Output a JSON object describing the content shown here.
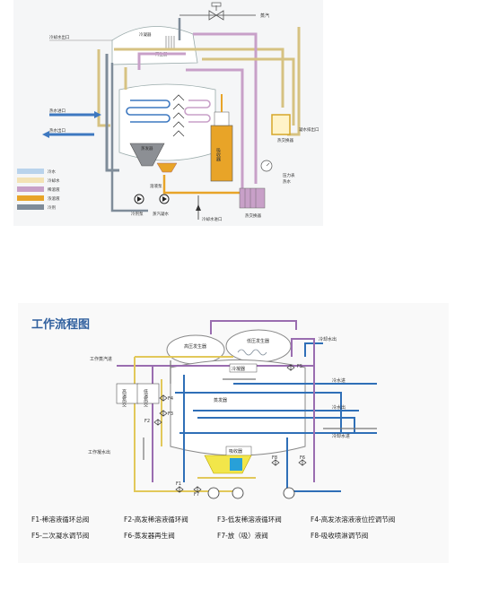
{
  "top_diagram": {
    "labels": {
      "steam_top": "蒸汽",
      "cooling_water_out": "冷却水出口",
      "condenser": "冷凝器",
      "generator": "再生器",
      "hot_water_in": "热水进口",
      "hot_water_out": "热水出口",
      "refrigerant_evap": "蒸发器",
      "absorber": "吸收器",
      "heat_exchanger": "热交换器",
      "refrigerant_pump": "冷剂泵",
      "absorbent_pump": "溶液泵",
      "solution_pump_label": "溶液泵",
      "steam_condensate": "蒸汽凝水",
      "cooling_water_in": "冷却水进口",
      "condensate_drain": "凝水排出",
      "high_temp_hx": "热交换器",
      "right_label_1": "凝水排出口",
      "right_label_2": "热水",
      "gauge_label": "压力表",
      "vertical_label": "溶液泵"
    },
    "legend": [
      {
        "label": "冷水",
        "color": "#b9d3ec"
      },
      {
        "label": "冷却水",
        "color": "#f3e2b5"
      },
      {
        "label": "稀溶液",
        "color": "#c8a0c8"
      },
      {
        "label": "浓溶液",
        "color": "#e8a428"
      },
      {
        "label": "冷剂",
        "color": "#7f8c99"
      }
    ]
  },
  "bottom_diagram": {
    "title": "工作流程图",
    "labels": {
      "high_gen": "高压发生器",
      "low_gen": "低压发生器",
      "cooling_out": "冷却水出",
      "steam_in": "工作蒸汽进",
      "condensate_out": "工作凝水出",
      "hx_high": "高温热交",
      "hx_low": "低温热交",
      "chilled_in": "冷水进",
      "chilled_out": "冷水出",
      "cooling_in": "冷却水进",
      "condenser": "冷凝器",
      "absorber": "吸收器",
      "evaporator": "蒸发器",
      "f1": "F1",
      "f2": "F2",
      "f3": "F3",
      "f4": "F4",
      "f5": "F5",
      "f6": "F6",
      "f7": "F7",
      "f8": "F8"
    },
    "legend": [
      "F1-稀溶液循环总阀",
      "F2-高发稀溶液循环阀",
      "F3-低发稀溶液循环阀",
      "F4-高发浓溶液液位控调节阀",
      "F5-二次凝水调节阀",
      "F6-蒸发器再生阀",
      "F7-放（吸）液阀",
      "F8-吸收喷淋调节阀"
    ]
  }
}
